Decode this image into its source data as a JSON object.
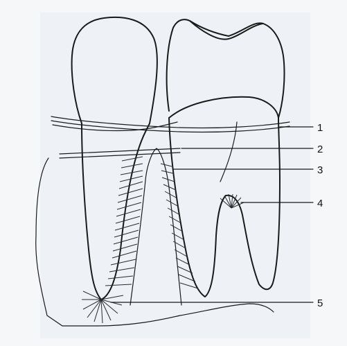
{
  "labels": [
    {
      "text": "1"
    },
    {
      "text": "2"
    },
    {
      "text": "3"
    },
    {
      "text": "4"
    },
    {
      "text": "5"
    }
  ],
  "colors": {
    "paper": "#f6f7f9",
    "page_tint": "#eef1f6",
    "ink": "#1a1a1a"
  }
}
